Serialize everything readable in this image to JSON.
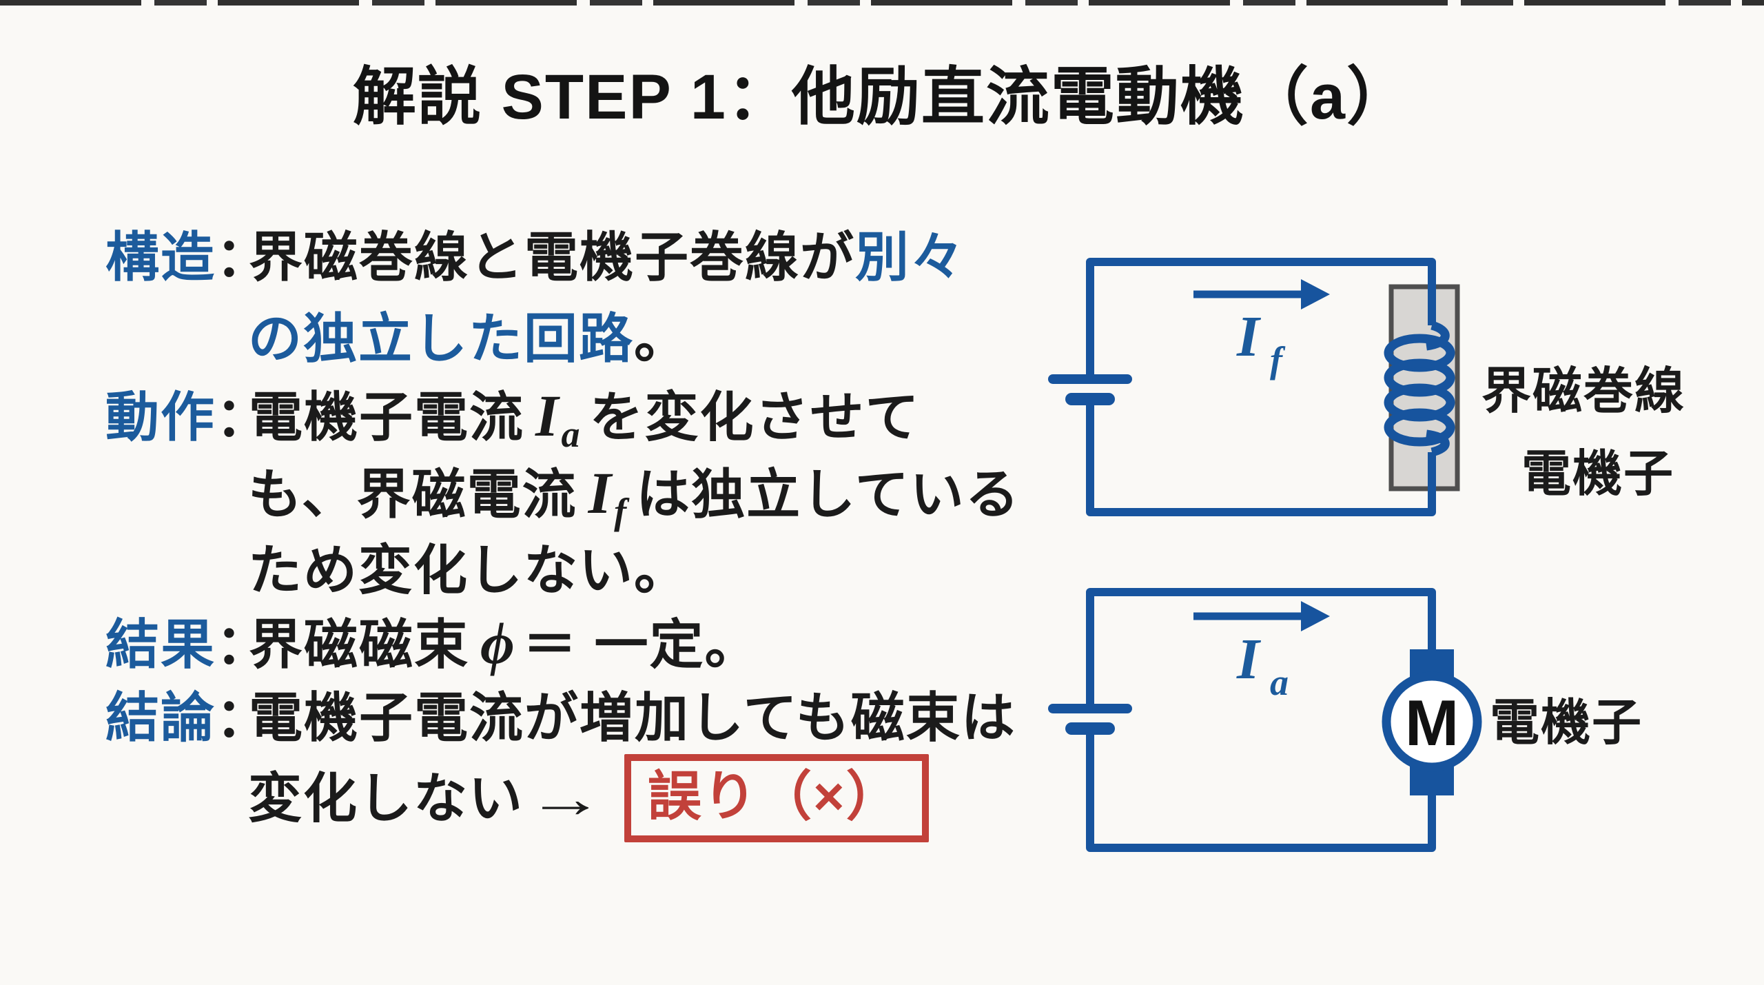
{
  "title": "解説 STEP 1：他励直流電動機（a）",
  "colors": {
    "background": "#faf9f6",
    "text_black": "#1b1b1b",
    "accent_blue": "#1c5b9c",
    "circuit_blue": "#17549e",
    "error_red": "#c2413a",
    "coil_core_gray": "#d8d6d3"
  },
  "lines": {
    "l1": {
      "label": "構造",
      "colon": "：",
      "black1": "界磁巻線と電機子巻線が",
      "blue1": "別々"
    },
    "l2": {
      "blue1": "の独立した回路",
      "black1": "。"
    },
    "l3": {
      "label": "動作",
      "colon": "：",
      "black1": "電機子電流",
      "math_main": "I",
      "math_sub": "a",
      "black2": "を変化させて"
    },
    "l4": {
      "black1": "も、界磁電流",
      "math_main": "I",
      "math_sub": "f",
      "black2": "は独立している"
    },
    "l5": {
      "black1": "ため変化しない。"
    },
    "l6": {
      "label": "結果",
      "colon": "：",
      "black1": "界磁磁束",
      "math_phi": "ϕ",
      "black2": "＝ 一定。"
    },
    "l7": {
      "label": "結論",
      "colon": "：",
      "black1": "電機子電流が増加しても磁束は"
    },
    "l8": {
      "black1": "変化しない",
      "arrow": "→",
      "error_label": "誤り（×）"
    }
  },
  "circuit_top": {
    "current_main": "I",
    "current_sub": "f",
    "coil_label": "界磁巻線",
    "armature_label": "電機子"
  },
  "circuit_bottom": {
    "current_main": "I",
    "current_sub": "a",
    "motor_letter": "M",
    "armature_label": "電機子"
  }
}
